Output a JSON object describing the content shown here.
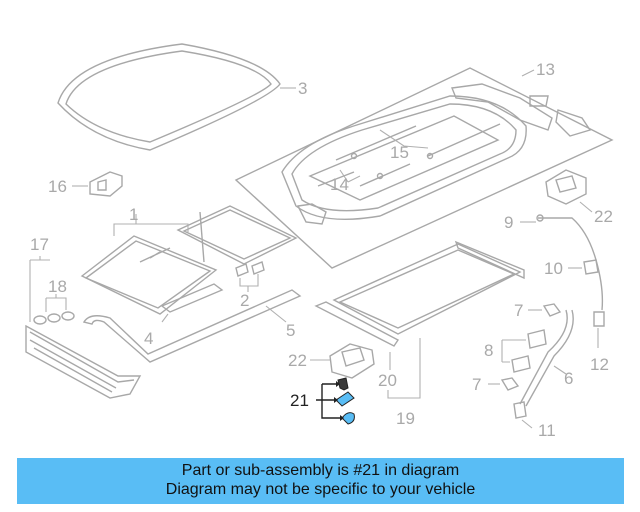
{
  "diagram": {
    "highlighted_part": "21",
    "highlight_color": "#59bdf5",
    "callouts": {
      "c1": "1",
      "c2": "2",
      "c3": "3",
      "c4": "4",
      "c5": "5",
      "c6": "6",
      "c7a": "7",
      "c7b": "7",
      "c8": "8",
      "c9": "9",
      "c10": "10",
      "c11": "11",
      "c12": "12",
      "c13": "13",
      "c14": "14",
      "c15": "15",
      "c16": "16",
      "c17": "17",
      "c18": "18",
      "c19": "19",
      "c20": "20",
      "c21": "21",
      "c22a": "22",
      "c22b": "22"
    }
  },
  "banner": {
    "line1": "Part or sub-assembly is #21 in diagram",
    "line2": "Diagram may not be specific to your vehicle",
    "color": "#59bdf5"
  }
}
